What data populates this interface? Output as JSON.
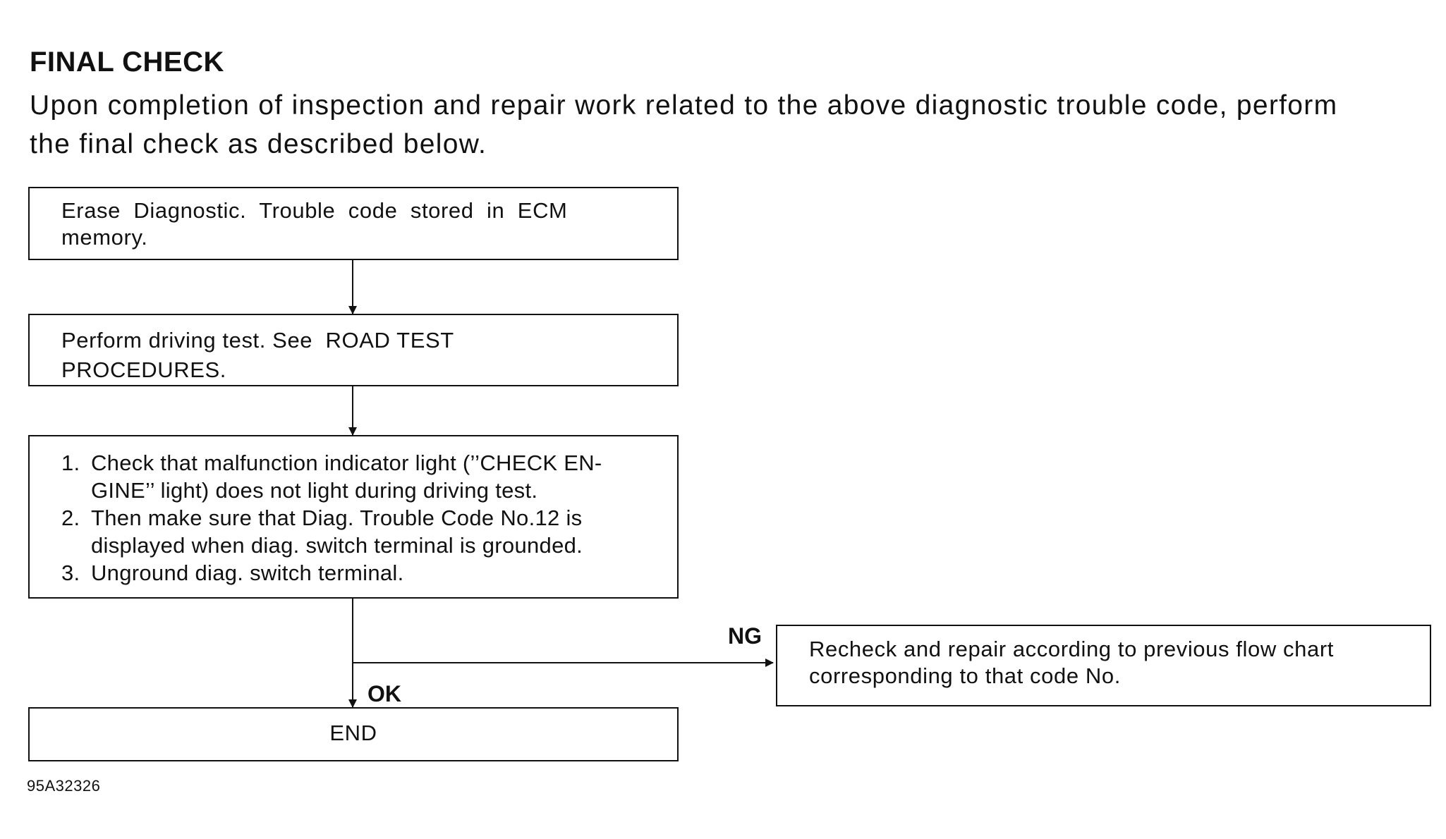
{
  "heading": "FINAL CHECK",
  "intro": {
    "line1": "Upon completion of inspection and repair work related to the above diagnostic trouble code, perform",
    "line2": "the final check as described below."
  },
  "boxes": {
    "erase": {
      "line1": "Erase  Diagnostic.  Trouble  code  stored  in  ECM",
      "line2": "memory."
    },
    "drive_test": {
      "line1": "Perform driving test. See  ROAD TEST",
      "line2": "PROCEDURES."
    },
    "checks": {
      "step1": {
        "num": "1.",
        "line1": "Check that malfunction indicator light (’’CHECK EN-",
        "line2": "GINE’’ light) does not light during driving test."
      },
      "step2": {
        "num": "2.",
        "line1": "Then make sure that Diag. Trouble Code No.12 is",
        "line2": "displayed when diag. switch terminal is grounded."
      },
      "step3": {
        "num": "3.",
        "line1": "Unground diag. switch terminal."
      }
    },
    "recheck": {
      "line1": "Recheck and repair according to previous flow chart",
      "line2": "corresponding to that code No."
    },
    "end": "END"
  },
  "branch_labels": {
    "ng": "NG",
    "ok": "OK"
  },
  "figure_id": "95A32326"
}
